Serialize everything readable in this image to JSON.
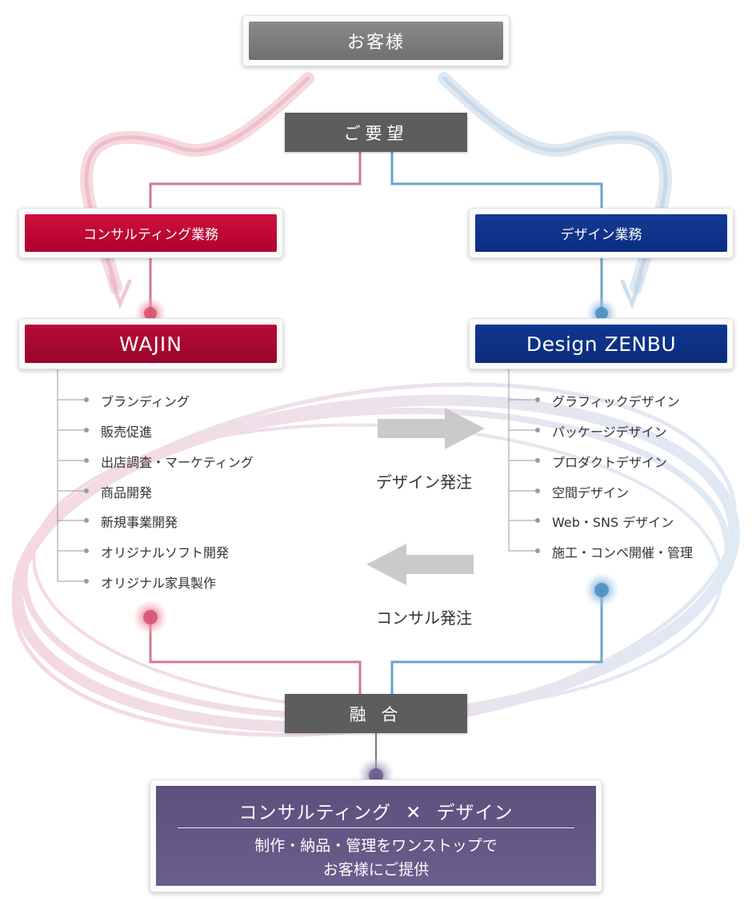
{
  "customer": "お客様",
  "request": "ご要望",
  "consulting_service": "コンサルティング業務",
  "design_service": "デザイン業務",
  "wajin": "WAJIN",
  "design_zenbu": "Design ZENBU",
  "wajin_items": [
    "ブランディング",
    "販売促進",
    "出店調査・マーケティング",
    "商品開発",
    "新規事業開発",
    "オリジナルソフト開発",
    "オリジナル家具製作"
  ],
  "zenbu_items": [
    "グラフィックデザイン",
    "パッケージデザイン",
    "プロダクトデザイン",
    "空間デザイン",
    "Web・SNS デザイン",
    "施工・コンペ開催・管理"
  ],
  "design_order": "デザイン発注",
  "consult_order": "コンサル発注",
  "fusion": "融 合",
  "result": {
    "left": "コンサルティング",
    "cross": "✕",
    "right": "デザイン",
    "line1": "制作・納品・管理をワンストップで",
    "line2": "お客様にご提供"
  },
  "colors": {
    "red": "#c0083a",
    "blue": "#0d3186",
    "purple": "#62547f",
    "line_red": "#d27b8c",
    "line_blue": "#6ea4c6"
  }
}
